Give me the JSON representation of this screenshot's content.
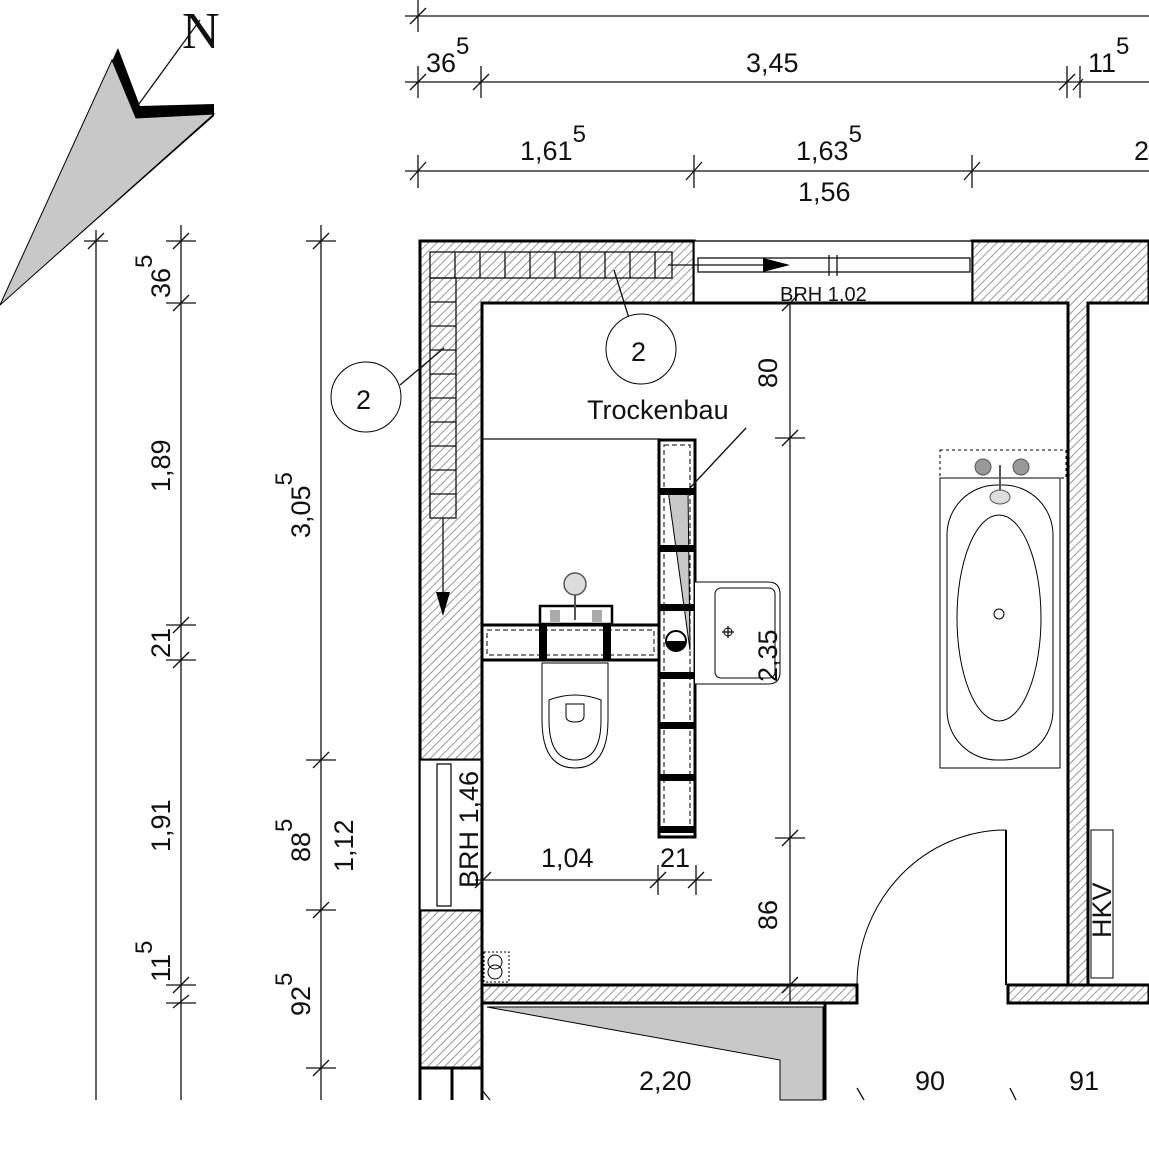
{
  "plan": {
    "north_label": "N",
    "top_dimensions": {
      "row1": [
        {
          "main": "36",
          "sup": "5"
        },
        {
          "main": "3,45",
          "sup": ""
        },
        {
          "main": "11",
          "sup": "5"
        }
      ],
      "row2": [
        {
          "main": "1,61",
          "sup": "5"
        },
        {
          "main": "1,63",
          "sup": "5"
        },
        {
          "main": "2",
          "sup": ""
        }
      ],
      "row2_below": "1,56"
    },
    "left_dimensions": {
      "outer": [
        {
          "main": "36",
          "sup": "5"
        },
        {
          "main": "1,89",
          "sup": ""
        },
        {
          "main": "21",
          "sup": ""
        },
        {
          "main": "1,91",
          "sup": ""
        },
        {
          "main": "11",
          "sup": "5"
        }
      ],
      "inner": [
        {
          "main": "3,05",
          "sup": "5"
        },
        {
          "main": "88",
          "sup": "5"
        },
        {
          "main": "92",
          "sup": "5"
        }
      ],
      "inner_side": "1,12"
    },
    "room_labels": {
      "window_top": "BRH 1,02",
      "window_left": "BRH 1,46",
      "marker_top": "2",
      "marker_left": "2",
      "drywall": "Trockenbau",
      "dim_80": "80",
      "dim_235": "2,35",
      "dim_104": "1,04",
      "dim_21": "21",
      "dim_86": "86",
      "radiator": "HKV"
    },
    "bottom_dimensions": [
      "2,20",
      "90",
      "91"
    ]
  },
  "colors": {
    "line": "#111111",
    "fill_grey": "#c8c8c8"
  }
}
